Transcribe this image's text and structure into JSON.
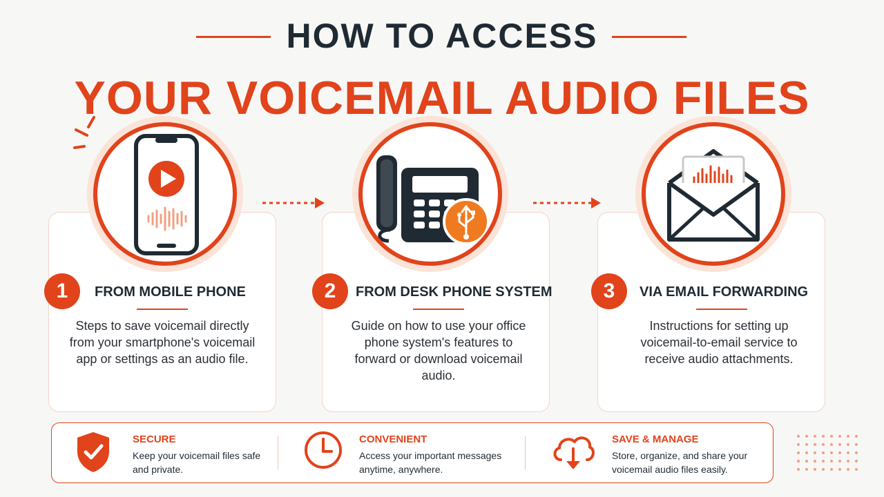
{
  "title": {
    "line1": "HOW TO ACCESS",
    "line2": "YOUR VOICEMAIL AUDIO FILES"
  },
  "steps": [
    {
      "number": "1",
      "title": "FROM MOBILE PHONE",
      "description": "Steps to save voicemail directly from your smartphone's voicemail app or settings as an audio file.",
      "icon": "smartphone-play-icon"
    },
    {
      "number": "2",
      "title": "FROM DESK PHONE SYSTEM",
      "description": "Guide on how to use your office phone system's features to forward or download voicemail audio.",
      "icon": "desk-phone-usb-icon"
    },
    {
      "number": "3",
      "title": "VIA EMAIL FORWARDING",
      "description": "Instructions for setting up voicemail-to-email service to receive audio attachments.",
      "icon": "envelope-audio-icon"
    }
  ],
  "features": [
    {
      "title": "SECURE",
      "description": "Keep your voicemail files safe and private.",
      "icon": "shield-check-icon"
    },
    {
      "title": "CONVENIENT",
      "description": "Access your important messages anytime, anywhere.",
      "icon": "clock-icon"
    },
    {
      "title": "SAVE & MANAGE",
      "description": "Store, organize, and share your voicemail audio files easily.",
      "icon": "cloud-download-icon"
    }
  ],
  "colors": {
    "accent": "#e1431b",
    "accent_light": "#fbe3d8",
    "dark": "#1f2a33",
    "usb_badge": "#f07a1f",
    "background": "#f7f7f6"
  }
}
